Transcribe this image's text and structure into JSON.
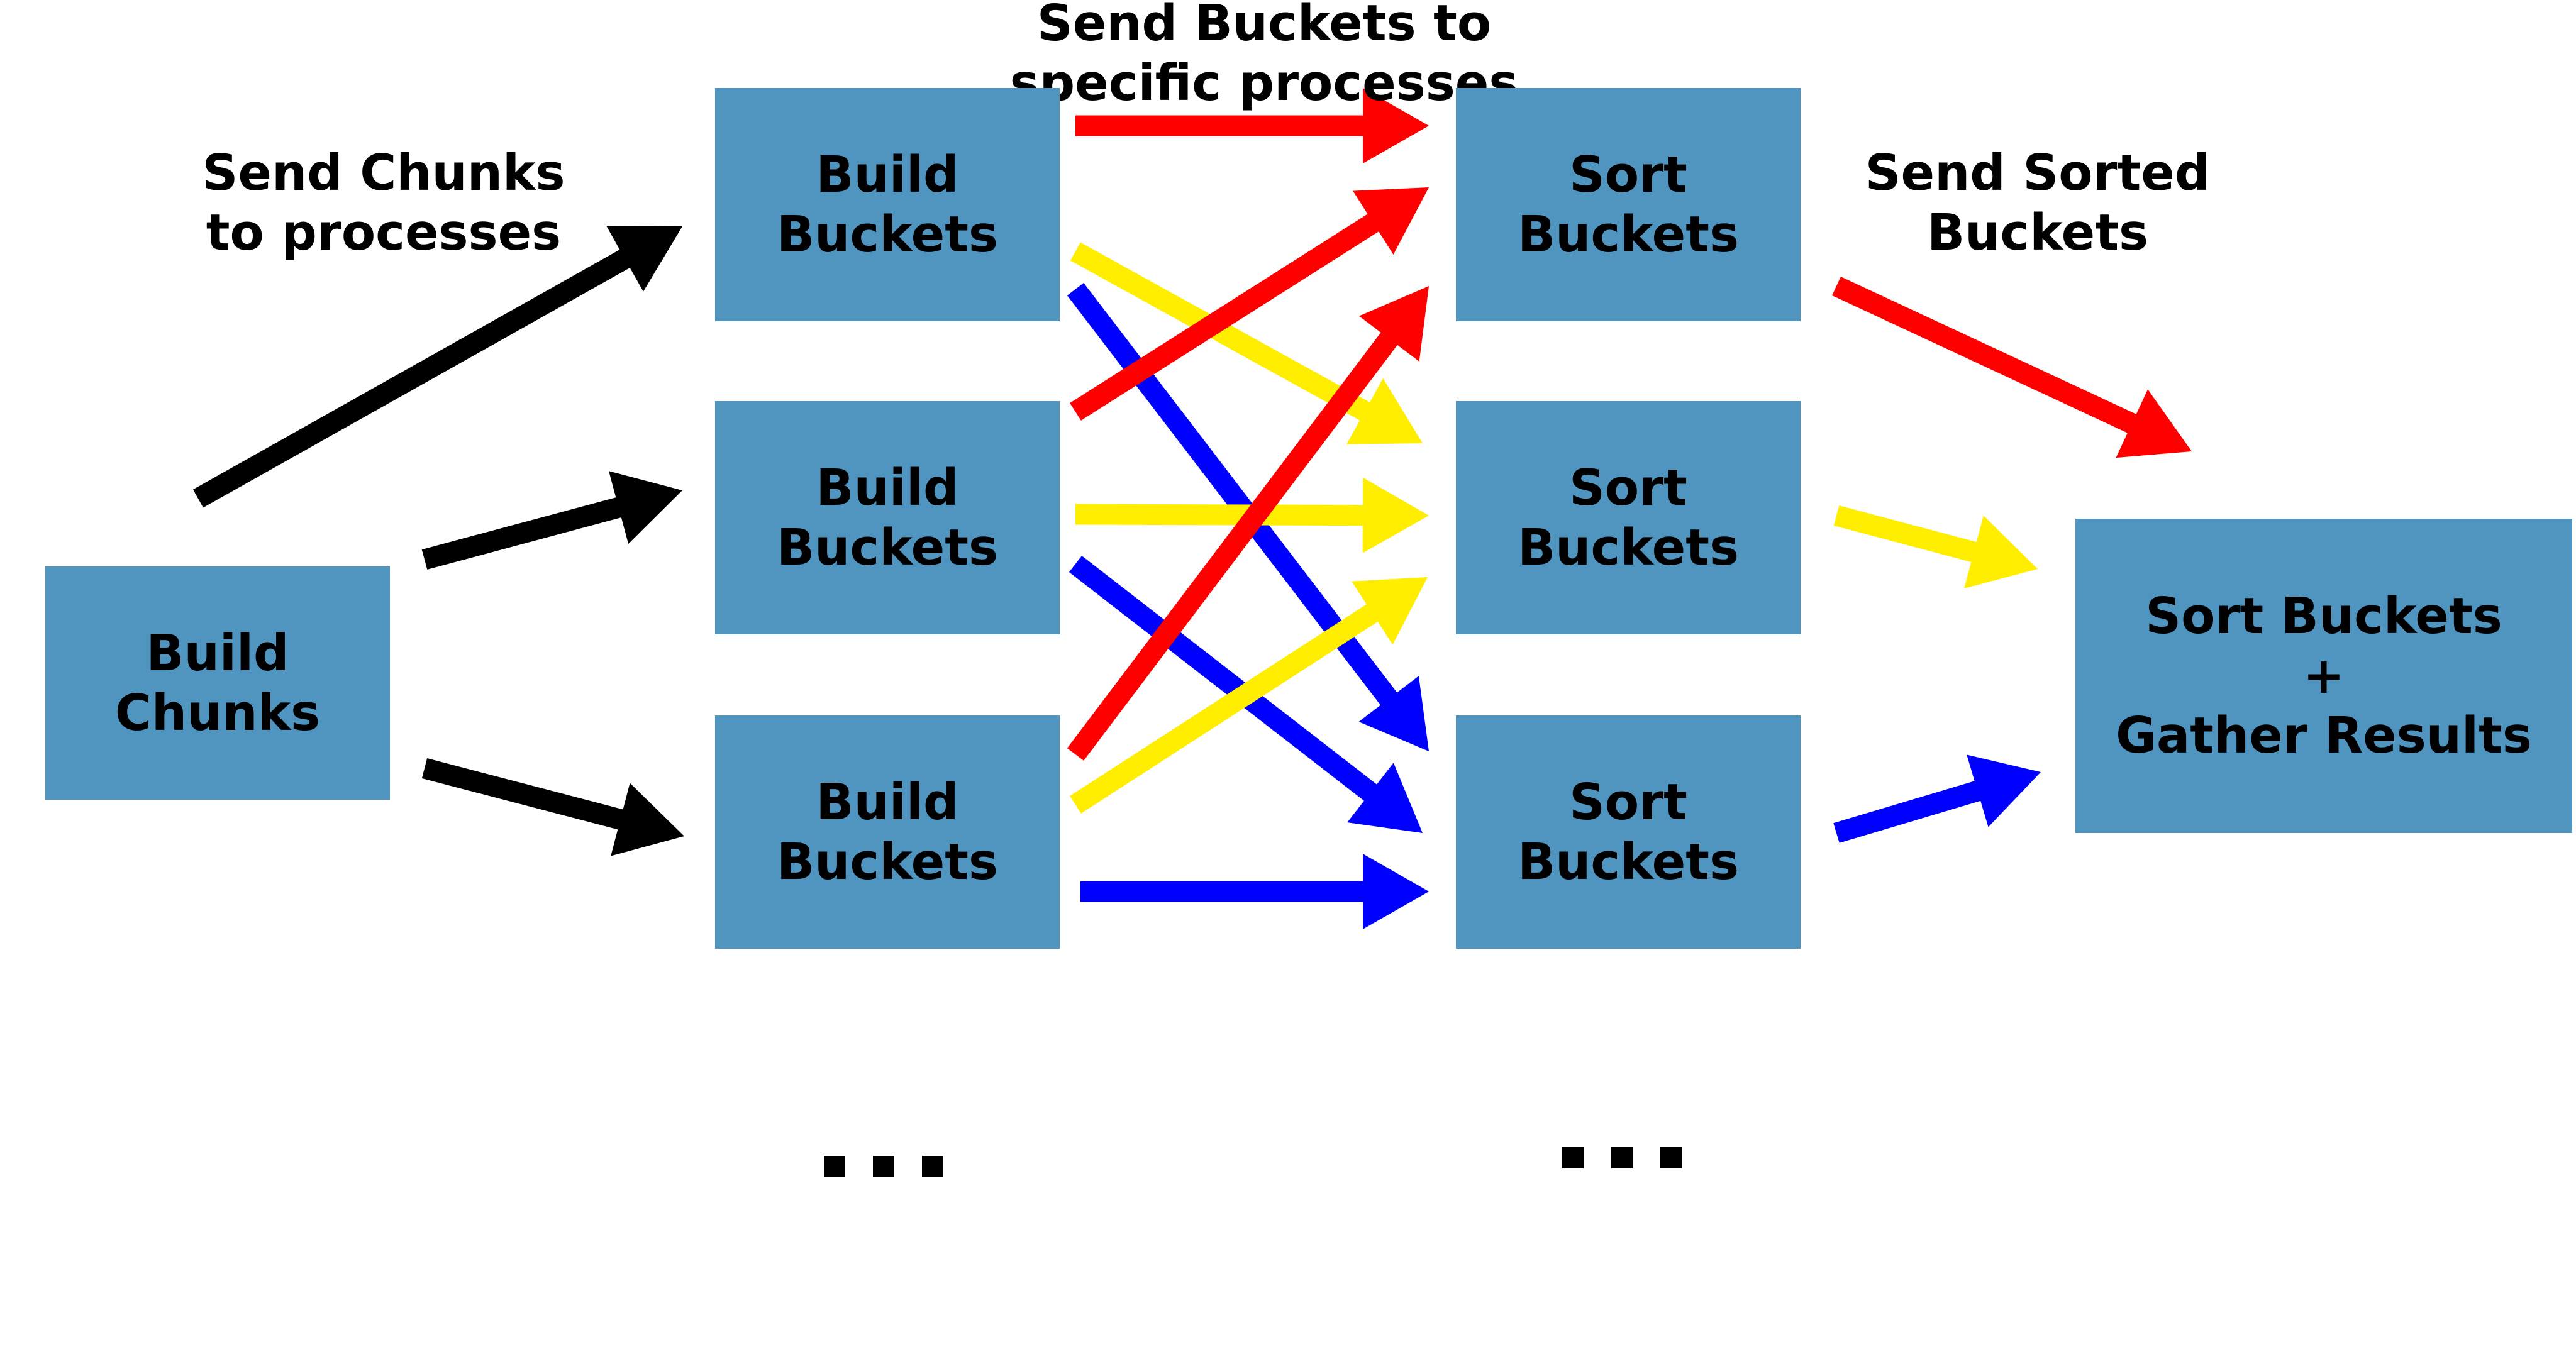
{
  "labels": {
    "send_chunks": "Send Chunks\nto processes",
    "send_buckets": "Send Buckets to\nspecific processes",
    "send_sorted": "Send Sorted\nBuckets"
  },
  "boxes": {
    "build_chunks": "Build\nChunks",
    "build_buckets_1": "Build\nBuckets",
    "build_buckets_2": "Build\nBuckets",
    "build_buckets_3": "Build\nBuckets",
    "sort_buckets_1": "Sort\nBuckets",
    "sort_buckets_2": "Sort\nBuckets",
    "sort_buckets_3": "Sort\nBuckets",
    "final": "Sort Buckets\n+\nGather Results"
  },
  "colors": {
    "box": "#5094c0",
    "chunk_arrow": "#000000",
    "bucket_red": "#ff0000",
    "bucket_yellow": "#ffee00",
    "bucket_blue": "#0000ff"
  }
}
